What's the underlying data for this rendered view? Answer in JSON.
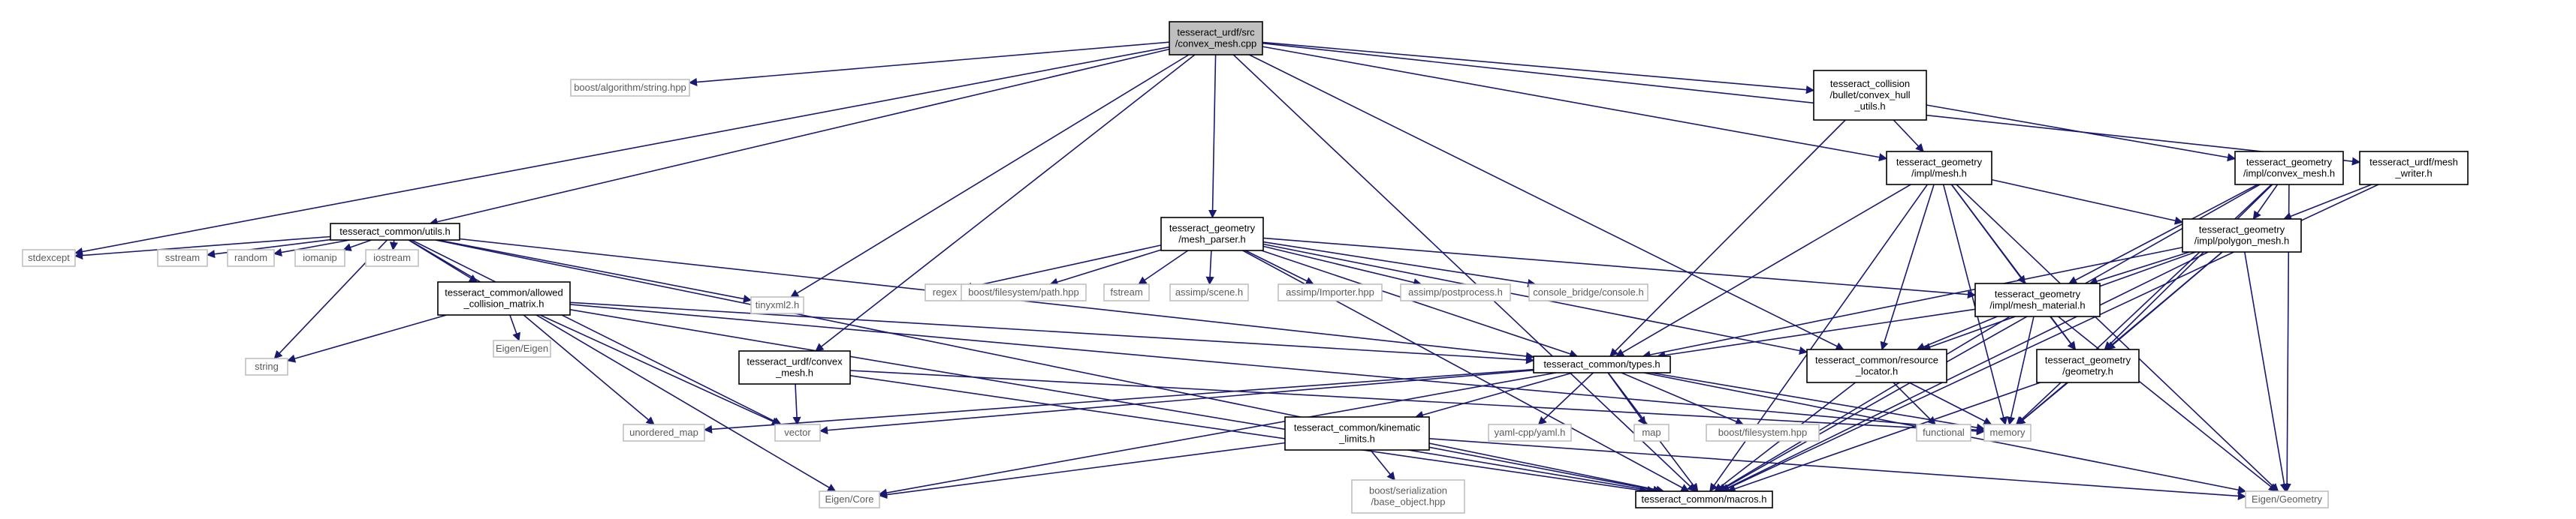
{
  "graph": {
    "colors": {
      "edge": "#191970",
      "node_border": "#000000",
      "node_fill": "#ffffff",
      "root_fill": "#bfbfbf",
      "external_border": "#bfbfbf",
      "external_text": "#5a5a5a"
    },
    "nodes": [
      {
        "id": "root",
        "kind": "root",
        "lines": [
          "tesseract_urdf/src",
          "/convex_mesh.cpp"
        ]
      },
      {
        "id": "stdexcept",
        "kind": "external",
        "lines": [
          "stdexcept"
        ]
      },
      {
        "id": "boost_string",
        "kind": "external",
        "lines": [
          "boost/algorithm/string.hpp"
        ]
      },
      {
        "id": "tinyxml2",
        "kind": "external",
        "lines": [
          "tinyxml2.h"
        ]
      },
      {
        "id": "utils",
        "kind": "internal",
        "lines": [
          "tesseract_common/utils.h"
        ]
      },
      {
        "id": "sstream",
        "kind": "external",
        "lines": [
          "sstream"
        ]
      },
      {
        "id": "random",
        "kind": "external",
        "lines": [
          "random"
        ]
      },
      {
        "id": "iomanip",
        "kind": "external",
        "lines": [
          "iomanip"
        ]
      },
      {
        "id": "iostream",
        "kind": "external",
        "lines": [
          "iostream"
        ]
      },
      {
        "id": "allowed_cm",
        "kind": "internal",
        "lines": [
          "tesseract_common/allowed",
          "_collision_matrix.h"
        ]
      },
      {
        "id": "string",
        "kind": "external",
        "lines": [
          "string"
        ]
      },
      {
        "id": "eigen_eigen",
        "kind": "external",
        "lines": [
          "Eigen/Eigen"
        ]
      },
      {
        "id": "unordered_map",
        "kind": "external",
        "lines": [
          "unordered_map"
        ]
      },
      {
        "id": "vector",
        "kind": "external",
        "lines": [
          "vector"
        ]
      },
      {
        "id": "eigen_core",
        "kind": "external",
        "lines": [
          "Eigen/Core"
        ]
      },
      {
        "id": "convex_mesh_urdf",
        "kind": "internal",
        "lines": [
          "tesseract_urdf/convex",
          "_mesh.h"
        ]
      },
      {
        "id": "mesh_parser",
        "kind": "internal",
        "lines": [
          "tesseract_geometry",
          "/mesh_parser.h"
        ]
      },
      {
        "id": "regex",
        "kind": "external",
        "lines": [
          "regex"
        ]
      },
      {
        "id": "boost_fs_path",
        "kind": "external",
        "lines": [
          "boost/filesystem/path.hpp"
        ]
      },
      {
        "id": "fstream",
        "kind": "external",
        "lines": [
          "fstream"
        ]
      },
      {
        "id": "assimp_scene",
        "kind": "external",
        "lines": [
          "assimp/scene.h"
        ]
      },
      {
        "id": "assimp_importer",
        "kind": "external",
        "lines": [
          "assimp/Importer.hpp"
        ]
      },
      {
        "id": "assimp_post",
        "kind": "external",
        "lines": [
          "assimp/postprocess.h"
        ]
      },
      {
        "id": "console_bridge",
        "kind": "external",
        "lines": [
          "console_bridge/console.h"
        ]
      },
      {
        "id": "types",
        "kind": "internal",
        "lines": [
          "tesseract_common/types.h"
        ]
      },
      {
        "id": "kinematic_limits",
        "kind": "internal",
        "lines": [
          "tesseract_common/kinematic",
          "_limits.h"
        ]
      },
      {
        "id": "boost_serial",
        "kind": "external",
        "lines": [
          "boost/serialization",
          "/base_object.hpp"
        ]
      },
      {
        "id": "yaml",
        "kind": "external",
        "lines": [
          "yaml-cpp/yaml.h"
        ]
      },
      {
        "id": "map",
        "kind": "external",
        "lines": [
          "map"
        ]
      },
      {
        "id": "boost_fs",
        "kind": "external",
        "lines": [
          "boost/filesystem.hpp"
        ]
      },
      {
        "id": "macros",
        "kind": "internal",
        "lines": [
          "tesseract_common/macros.h"
        ]
      },
      {
        "id": "resource_locator",
        "kind": "internal",
        "lines": [
          "tesseract_common/resource",
          "_locator.h"
        ]
      },
      {
        "id": "functional",
        "kind": "external",
        "lines": [
          "functional"
        ]
      },
      {
        "id": "memory",
        "kind": "external",
        "lines": [
          "memory"
        ]
      },
      {
        "id": "convex_hull_utils",
        "kind": "internal",
        "lines": [
          "tesseract_collision",
          "/bullet/convex_hull",
          "_utils.h"
        ]
      },
      {
        "id": "impl_mesh",
        "kind": "internal",
        "lines": [
          "tesseract_geometry",
          "/impl/mesh.h"
        ]
      },
      {
        "id": "impl_convex_mesh",
        "kind": "internal",
        "lines": [
          "tesseract_geometry",
          "/impl/convex_mesh.h"
        ]
      },
      {
        "id": "mesh_writer",
        "kind": "internal",
        "lines": [
          "tesseract_urdf/mesh",
          "_writer.h"
        ]
      },
      {
        "id": "polygon_mesh",
        "kind": "internal",
        "lines": [
          "tesseract_geometry",
          "/impl/polygon_mesh.h"
        ]
      },
      {
        "id": "mesh_material",
        "kind": "internal",
        "lines": [
          "tesseract_geometry",
          "/impl/mesh_material.h"
        ]
      },
      {
        "id": "geometry",
        "kind": "internal",
        "lines": [
          "tesseract_geometry",
          "/geometry.h"
        ]
      },
      {
        "id": "eigen_geometry",
        "kind": "external",
        "lines": [
          "Eigen/Geometry"
        ]
      }
    ],
    "edges": [
      [
        "root",
        "stdexcept"
      ],
      [
        "root",
        "boost_string"
      ],
      [
        "root",
        "tinyxml2"
      ],
      [
        "root",
        "utils"
      ],
      [
        "root",
        "convex_mesh_urdf"
      ],
      [
        "root",
        "mesh_parser"
      ],
      [
        "root",
        "resource_locator"
      ],
      [
        "root",
        "convex_hull_utils"
      ],
      [
        "root",
        "impl_mesh"
      ],
      [
        "root",
        "mesh_writer"
      ],
      [
        "root",
        "macros"
      ],
      [
        "utils",
        "stdexcept"
      ],
      [
        "utils",
        "sstream"
      ],
      [
        "utils",
        "random"
      ],
      [
        "utils",
        "iomanip"
      ],
      [
        "utils",
        "iostream"
      ],
      [
        "utils",
        "allowed_cm"
      ],
      [
        "utils",
        "string"
      ],
      [
        "utils",
        "vector"
      ],
      [
        "utils",
        "eigen_core"
      ],
      [
        "utils",
        "tinyxml2"
      ],
      [
        "utils",
        "types"
      ],
      [
        "utils",
        "macros"
      ],
      [
        "allowed_cm",
        "string"
      ],
      [
        "allowed_cm",
        "eigen_eigen"
      ],
      [
        "allowed_cm",
        "unordered_map"
      ],
      [
        "allowed_cm",
        "vector"
      ],
      [
        "allowed_cm",
        "macros"
      ],
      [
        "allowed_cm",
        "types"
      ],
      [
        "allowed_cm",
        "memory"
      ],
      [
        "convex_mesh_urdf",
        "vector"
      ],
      [
        "convex_mesh_urdf",
        "memory"
      ],
      [
        "convex_mesh_urdf",
        "macros"
      ],
      [
        "mesh_parser",
        "regex"
      ],
      [
        "mesh_parser",
        "boost_fs_path"
      ],
      [
        "mesh_parser",
        "fstream"
      ],
      [
        "mesh_parser",
        "assimp_scene"
      ],
      [
        "mesh_parser",
        "assimp_importer"
      ],
      [
        "mesh_parser",
        "assimp_post"
      ],
      [
        "mesh_parser",
        "console_bridge"
      ],
      [
        "mesh_parser",
        "types"
      ],
      [
        "mesh_parser",
        "macros"
      ],
      [
        "mesh_parser",
        "mesh_material"
      ],
      [
        "mesh_parser",
        "resource_locator"
      ],
      [
        "types",
        "unordered_map"
      ],
      [
        "types",
        "vector"
      ],
      [
        "types",
        "eigen_core"
      ],
      [
        "types",
        "kinematic_limits"
      ],
      [
        "types",
        "yaml"
      ],
      [
        "types",
        "map"
      ],
      [
        "types",
        "boost_fs"
      ],
      [
        "types",
        "macros"
      ],
      [
        "types",
        "memory"
      ],
      [
        "types",
        "eigen_geometry"
      ],
      [
        "kinematic_limits",
        "eigen_core"
      ],
      [
        "kinematic_limits",
        "boost_serial"
      ],
      [
        "kinematic_limits",
        "macros"
      ],
      [
        "kinematic_limits",
        "eigen_geometry"
      ],
      [
        "resource_locator",
        "functional"
      ],
      [
        "resource_locator",
        "memory"
      ],
      [
        "resource_locator",
        "macros"
      ],
      [
        "convex_hull_utils",
        "types"
      ],
      [
        "convex_hull_utils",
        "impl_mesh"
      ],
      [
        "convex_hull_utils",
        "impl_convex_mesh"
      ],
      [
        "impl_mesh",
        "types"
      ],
      [
        "impl_mesh",
        "resource_locator"
      ],
      [
        "impl_mesh",
        "mesh_material"
      ],
      [
        "impl_mesh",
        "polygon_mesh"
      ],
      [
        "impl_mesh",
        "geometry"
      ],
      [
        "impl_mesh",
        "memory"
      ],
      [
        "impl_mesh",
        "macros"
      ],
      [
        "impl_mesh",
        "eigen_geometry"
      ],
      [
        "impl_convex_mesh",
        "polygon_mesh"
      ],
      [
        "impl_convex_mesh",
        "mesh_material"
      ],
      [
        "impl_convex_mesh",
        "geometry"
      ],
      [
        "impl_convex_mesh",
        "memory"
      ],
      [
        "impl_convex_mesh",
        "macros"
      ],
      [
        "impl_convex_mesh",
        "eigen_geometry"
      ],
      [
        "mesh_writer",
        "polygon_mesh"
      ],
      [
        "mesh_writer",
        "macros"
      ],
      [
        "polygon_mesh",
        "mesh_material"
      ],
      [
        "polygon_mesh",
        "types"
      ],
      [
        "polygon_mesh",
        "resource_locator"
      ],
      [
        "polygon_mesh",
        "geometry"
      ],
      [
        "polygon_mesh",
        "memory"
      ],
      [
        "polygon_mesh",
        "macros"
      ],
      [
        "polygon_mesh",
        "eigen_geometry"
      ],
      [
        "mesh_material",
        "types"
      ],
      [
        "mesh_material",
        "resource_locator"
      ],
      [
        "mesh_material",
        "geometry"
      ],
      [
        "mesh_material",
        "memory"
      ],
      [
        "mesh_material",
        "macros"
      ],
      [
        "mesh_material",
        "eigen_geometry"
      ],
      [
        "geometry",
        "memory"
      ],
      [
        "geometry",
        "macros"
      ]
    ]
  }
}
